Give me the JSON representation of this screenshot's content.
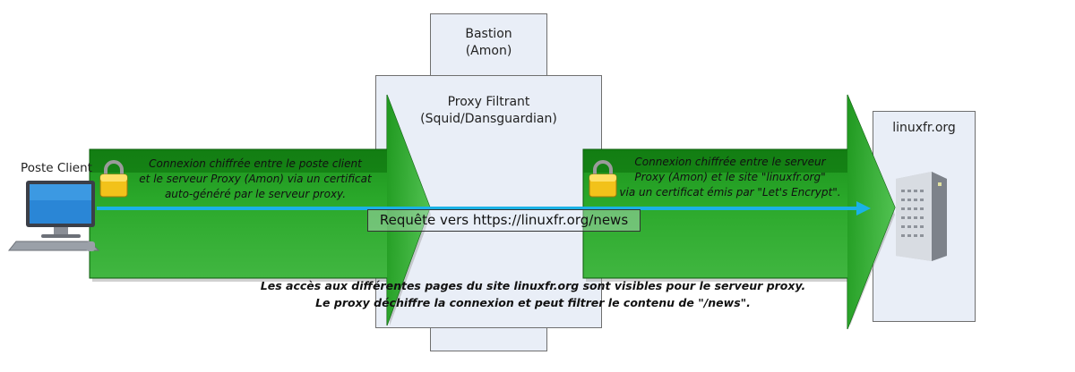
{
  "bastion": {
    "title": "Bastion",
    "subtitle": "(Amon)"
  },
  "proxy": {
    "title": "Proxy Filtrant",
    "subtitle": "(Squid/Dansguardian)"
  },
  "site": {
    "title": "linuxfr.org"
  },
  "client": {
    "title": "Poste Client"
  },
  "left_tunnel": {
    "line1": "Connexion chiffrée entre le poste client",
    "line2": "et le serveur Proxy (Amon) via un certificat",
    "line3": "auto-généré par le serveur proxy."
  },
  "right_tunnel": {
    "line1": "Connexion chiffrée entre le serveur",
    "line2": "Proxy (Amon) et le site \"linuxfr.org\"",
    "line3": "via un certificat émis par \"Let's Encrypt\"."
  },
  "request": {
    "label": "Requête vers https://linuxfr.org/news"
  },
  "footnote": {
    "line1": "Les accès aux différentes pages du site linuxfr.org sont visibles pour le serveur proxy.",
    "line2": "Le proxy déchiffre la connexion et peut filtrer le contenu de \"/news\"."
  },
  "colors": {
    "tunnel_green": "#1f9e1f",
    "tunnel_dark": "#0a6e0a",
    "request_line": "#1ab2e6",
    "box_fill": "#e9eef7"
  },
  "icons": [
    "computer-icon",
    "padlock-icon",
    "server-icon"
  ]
}
